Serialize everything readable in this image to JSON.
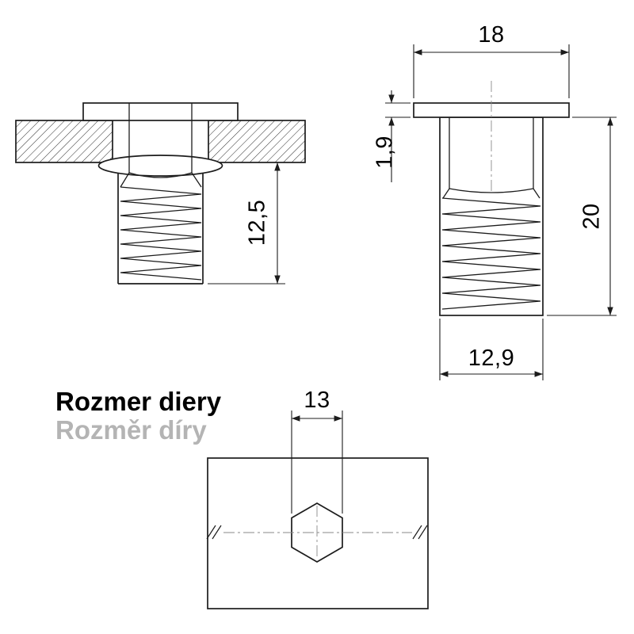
{
  "labels": {
    "hole_size_sk": "Rozmer diery",
    "hole_size_cs": "Rozměr díry"
  },
  "dimensions": {
    "head_width": "18",
    "head_thickness": "1,9",
    "total_length": "20",
    "body_diameter": "12,9",
    "shank_length": "12,5",
    "hole_size": "13"
  },
  "colors": {
    "line": "#1c1c1c",
    "text": "#000000",
    "muted_text": "#b4b4b4",
    "background": "#ffffff"
  }
}
